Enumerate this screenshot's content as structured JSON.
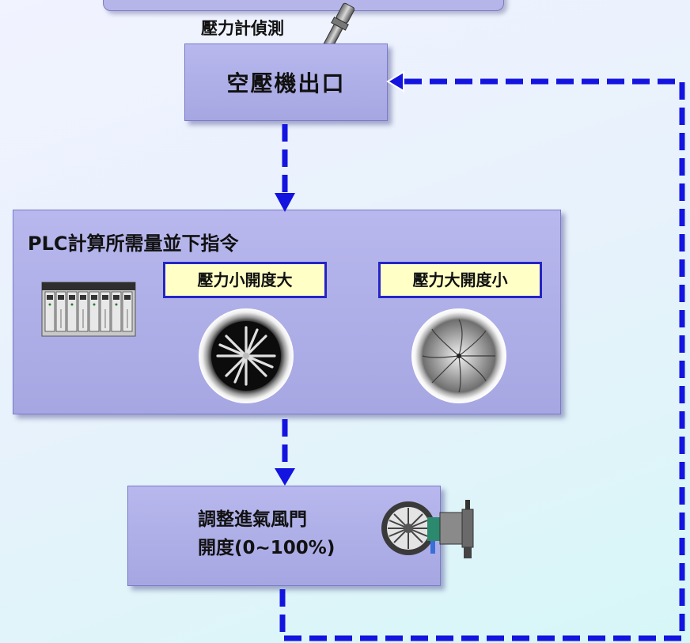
{
  "diagram": {
    "sensor_label": "壓力計偵測",
    "outlet_box": "空壓機出口",
    "plc_box": "PLC計算所需量並下指令",
    "tag_left": "壓力小開度大",
    "tag_right": "壓力大開度小",
    "valve_line1": "調整進氣風門",
    "valve_line2": "開度(0~100%)"
  },
  "colors": {
    "box_fill": "#b0b0e8",
    "box_border": "#7a7ac8",
    "tag_fill": "#ffffc6",
    "tag_border": "#2424c8",
    "arrow": "#1414e0"
  },
  "icons": [
    "pressure-sensor-icon",
    "plc-rack-icon",
    "damper-open-icon",
    "damper-closed-icon",
    "actuator-valve-icon"
  ]
}
